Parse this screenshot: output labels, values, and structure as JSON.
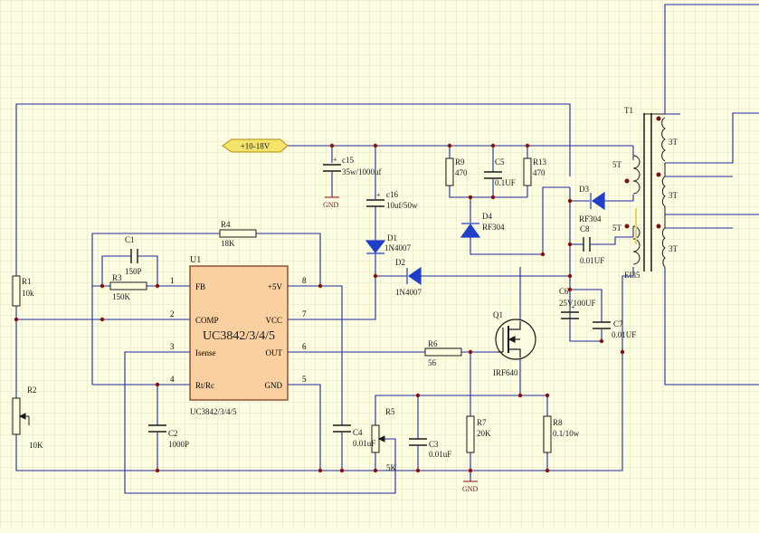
{
  "colors": {
    "background": "#fdfde2",
    "grid": "#d9d8b8",
    "wire": "#1e2a9c",
    "component": "#1a1a1a",
    "diode_fill": "#1f3fc8",
    "junction": "#8a1010",
    "text": "#1a1a1a",
    "gnd_text": "#8a1010",
    "power_port_fill": "#f5e46a",
    "power_port_stroke": "#b08a10",
    "ic_fill": "#fbd0a0",
    "ic_stroke": "#7a2a10",
    "winding_dot": "#7a1010",
    "pin_number": "#1a1a1a"
  },
  "power_port": {
    "label": "+10-18V"
  },
  "ic": {
    "ref": "U1",
    "name": "UC3842/3/4/5",
    "footer": "UC3842/3/4/5",
    "pins_left": [
      {
        "num": "1",
        "name": "FB"
      },
      {
        "num": "2",
        "name": "COMP"
      },
      {
        "num": "3",
        "name": "Isense"
      },
      {
        "num": "4",
        "name": "Rt/Rc"
      }
    ],
    "pins_right": [
      {
        "num": "8",
        "name": "+5V"
      },
      {
        "num": "7",
        "name": "VCC"
      },
      {
        "num": "6",
        "name": "OUT"
      },
      {
        "num": "5",
        "name": "GND"
      }
    ]
  },
  "labels": {
    "R1": "R1",
    "R1_value": "10k",
    "R2": "R2",
    "R2_value": "10K",
    "R3": "R3",
    "R3_value": "150K",
    "R4": "R4",
    "R4_value": "18K",
    "R5": "R5",
    "R5_value": "5K",
    "R6": "R6",
    "R6_value": "56",
    "R7": "R7",
    "R7_value": "20K",
    "R8": "R8",
    "R8_value": "0.1/10w",
    "R9": "R9",
    "R9_value": "470",
    "R13": "R13",
    "R13_value": "470",
    "C1": "C1",
    "C1_value": "150P",
    "C2": "C2",
    "C2_value": "1000P",
    "C3": "C3",
    "C3_value": "0.01uF",
    "C4": "C4",
    "C4_value": "0.01uF",
    "C5": "C5",
    "C5_value": "0.1UF",
    "C6": "C6",
    "C6_value": "25V100UF",
    "C7": "C7",
    "C7_value": "0.01UF",
    "C8": "C8",
    "C8_value": "0.01UF",
    "c15": "c15",
    "c15_value": "35w/1000uf",
    "c16": "c16",
    "c16_value": "10uf/50w",
    "D1": "D1",
    "D1_value": "1N4007",
    "D2": "D2",
    "D2_value": "1N4007",
    "D3": "D3",
    "D3_value": "RF304",
    "D4": "D4",
    "D4_value": "RF304",
    "Q1": "Q1",
    "Q1_value": "IRF640",
    "T1": "T1",
    "T1_value": "EI35",
    "gnd1": "GND",
    "gnd2": "GND",
    "w_5T_a": "5T",
    "w_5T_b": "5T",
    "w_3T_a": "3T",
    "w_3T_b": "3T",
    "w_3T_c": "3T"
  }
}
